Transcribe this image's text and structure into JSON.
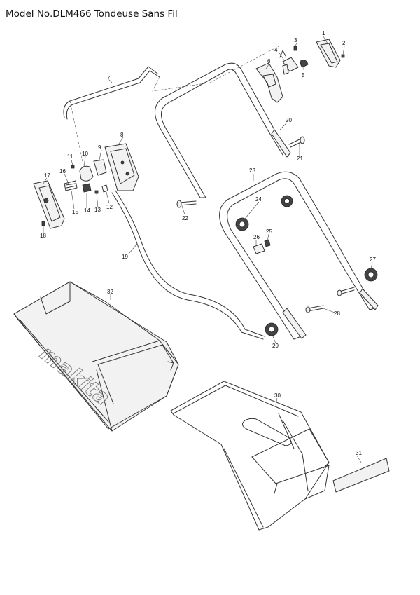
{
  "title": "Model No.DLM466 Tondeuse Sans Fil",
  "logo_text": "makita",
  "parts": [
    {
      "id": "p1",
      "label": "1"
    },
    {
      "id": "p2",
      "label": "2"
    },
    {
      "id": "p3",
      "label": "3"
    },
    {
      "id": "p4",
      "label": "4"
    },
    {
      "id": "p5",
      "label": "5"
    },
    {
      "id": "p6",
      "label": "6"
    },
    {
      "id": "p7",
      "label": "7"
    },
    {
      "id": "p8",
      "label": "8"
    },
    {
      "id": "p9",
      "label": "9"
    },
    {
      "id": "p10",
      "label": "10"
    },
    {
      "id": "p11",
      "label": "11"
    },
    {
      "id": "p12",
      "label": "12"
    },
    {
      "id": "p13",
      "label": "13"
    },
    {
      "id": "p14",
      "label": "14"
    },
    {
      "id": "p15",
      "label": "15"
    },
    {
      "id": "p16",
      "label": "16"
    },
    {
      "id": "p17",
      "label": "17"
    },
    {
      "id": "p18",
      "label": "18"
    },
    {
      "id": "p19",
      "label": "19"
    },
    {
      "id": "p20",
      "label": "20"
    },
    {
      "id": "p21",
      "label": "21"
    },
    {
      "id": "p22",
      "label": "22"
    },
    {
      "id": "p23",
      "label": "23"
    },
    {
      "id": "p24",
      "label": "24"
    },
    {
      "id": "p25",
      "label": "25"
    },
    {
      "id": "p26",
      "label": "26"
    },
    {
      "id": "p27",
      "label": "27"
    },
    {
      "id": "p28",
      "label": "28"
    },
    {
      "id": "p29",
      "label": "29"
    },
    {
      "id": "p30",
      "label": "30"
    },
    {
      "id": "p31",
      "label": "31"
    },
    {
      "id": "p32",
      "label": "32"
    }
  ]
}
